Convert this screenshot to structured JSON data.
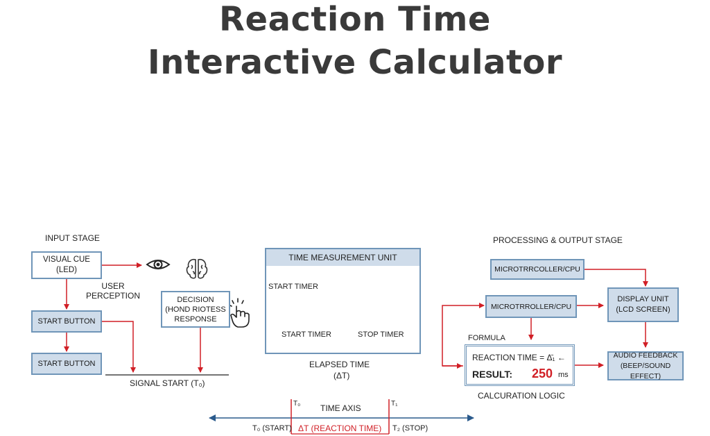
{
  "title": {
    "line1": "Reaction Time",
    "line2": "Interactive Calculator"
  },
  "input_stage": {
    "heading": "INPUT STAGE",
    "visual_cue": "VISUAL CUE\n(LED)",
    "user_perception": "USER\nPERCEPTION",
    "decision": "DECISION\n(HOND RIOTESS\nRESPONSE",
    "start_button_1": "START BUTTON",
    "start_button_2": "START BUTTON",
    "signal_start": "SIGNAL START (T₀)"
  },
  "time_unit": {
    "heading": "TIME MEASUREMENT UNIT",
    "start_timer_top": "START TIMER",
    "start_timer_bottom": "START TIMER",
    "stop_timer": "STOP TIMER",
    "elapsed_line1": "ELAPSED TIME",
    "elapsed_line2": "(ΔT)"
  },
  "output_stage": {
    "heading": "PROCESSING & OUTPUT STAGE",
    "cpu_1": "MICROTRRCOLLER/CPU",
    "cpu_2": "MICROTRROLLER/CPU",
    "display_unit": "DISPLAY UNIT\n(LCD SCREEN)",
    "formula_label": "FORMULA",
    "formula_text": "REACTION TIME = Δ̄₁ ←",
    "result_label": "RESULT:",
    "result_value": "250",
    "result_unit": "ms",
    "audio_feedback": "AUDIO FEEDBACK\n(BEEP/SOUND EFFECT)",
    "calc_logic": "CALCURATION LOGIC"
  },
  "time_axis": {
    "label": "TIME AXIS",
    "t0": "T₀",
    "t1": "T₁",
    "t0_start": "T₀ (START)",
    "delta": "ΔT (REACTION TIME)",
    "t1_stop": "T₂ (STOP)"
  },
  "colors": {
    "arrow_red": "#d11f26",
    "box_blue": "#6f95b8",
    "box_fill": "#cfdcea",
    "clock_blue": "#2f5f9a",
    "axis_blue": "#2a5a8c"
  },
  "icons": [
    "eye-icon",
    "brain-icon",
    "hand-click-icon",
    "stopwatch-icon"
  ]
}
